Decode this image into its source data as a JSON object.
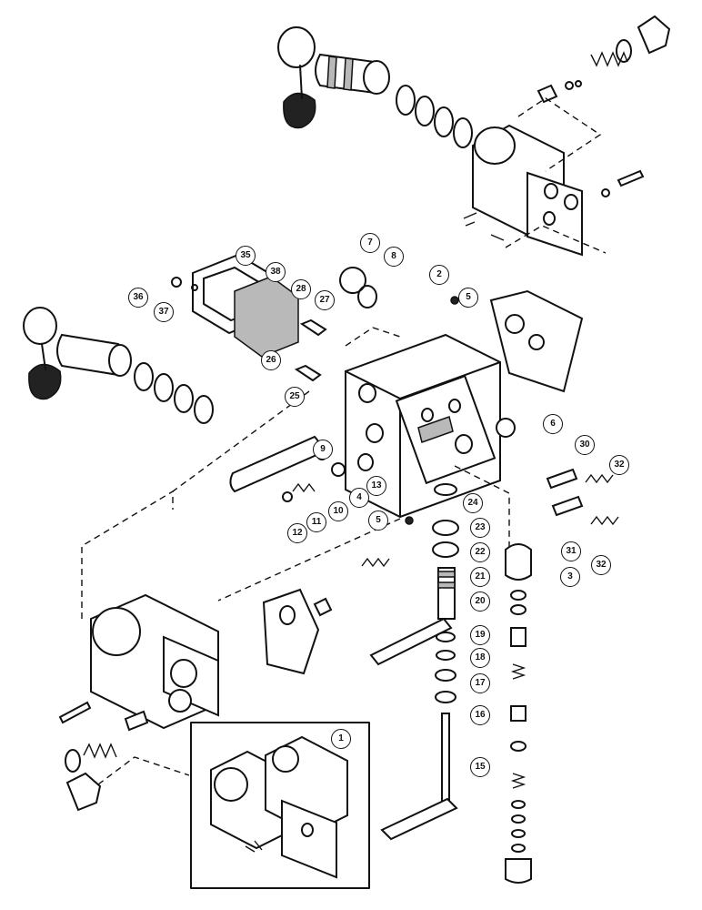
{
  "diagram": {
    "callouts": [
      "1",
      "2",
      "3",
      "4",
      "5",
      "5",
      "6",
      "7",
      "8",
      "9",
      "10",
      "11",
      "12",
      "13",
      "15",
      "16",
      "17",
      "18",
      "19",
      "20",
      "21",
      "22",
      "23",
      "24",
      "25",
      "26",
      "27",
      "28",
      "30",
      "31",
      "32",
      "32",
      "35",
      "36",
      "37",
      "38"
    ],
    "free_labels": []
  }
}
